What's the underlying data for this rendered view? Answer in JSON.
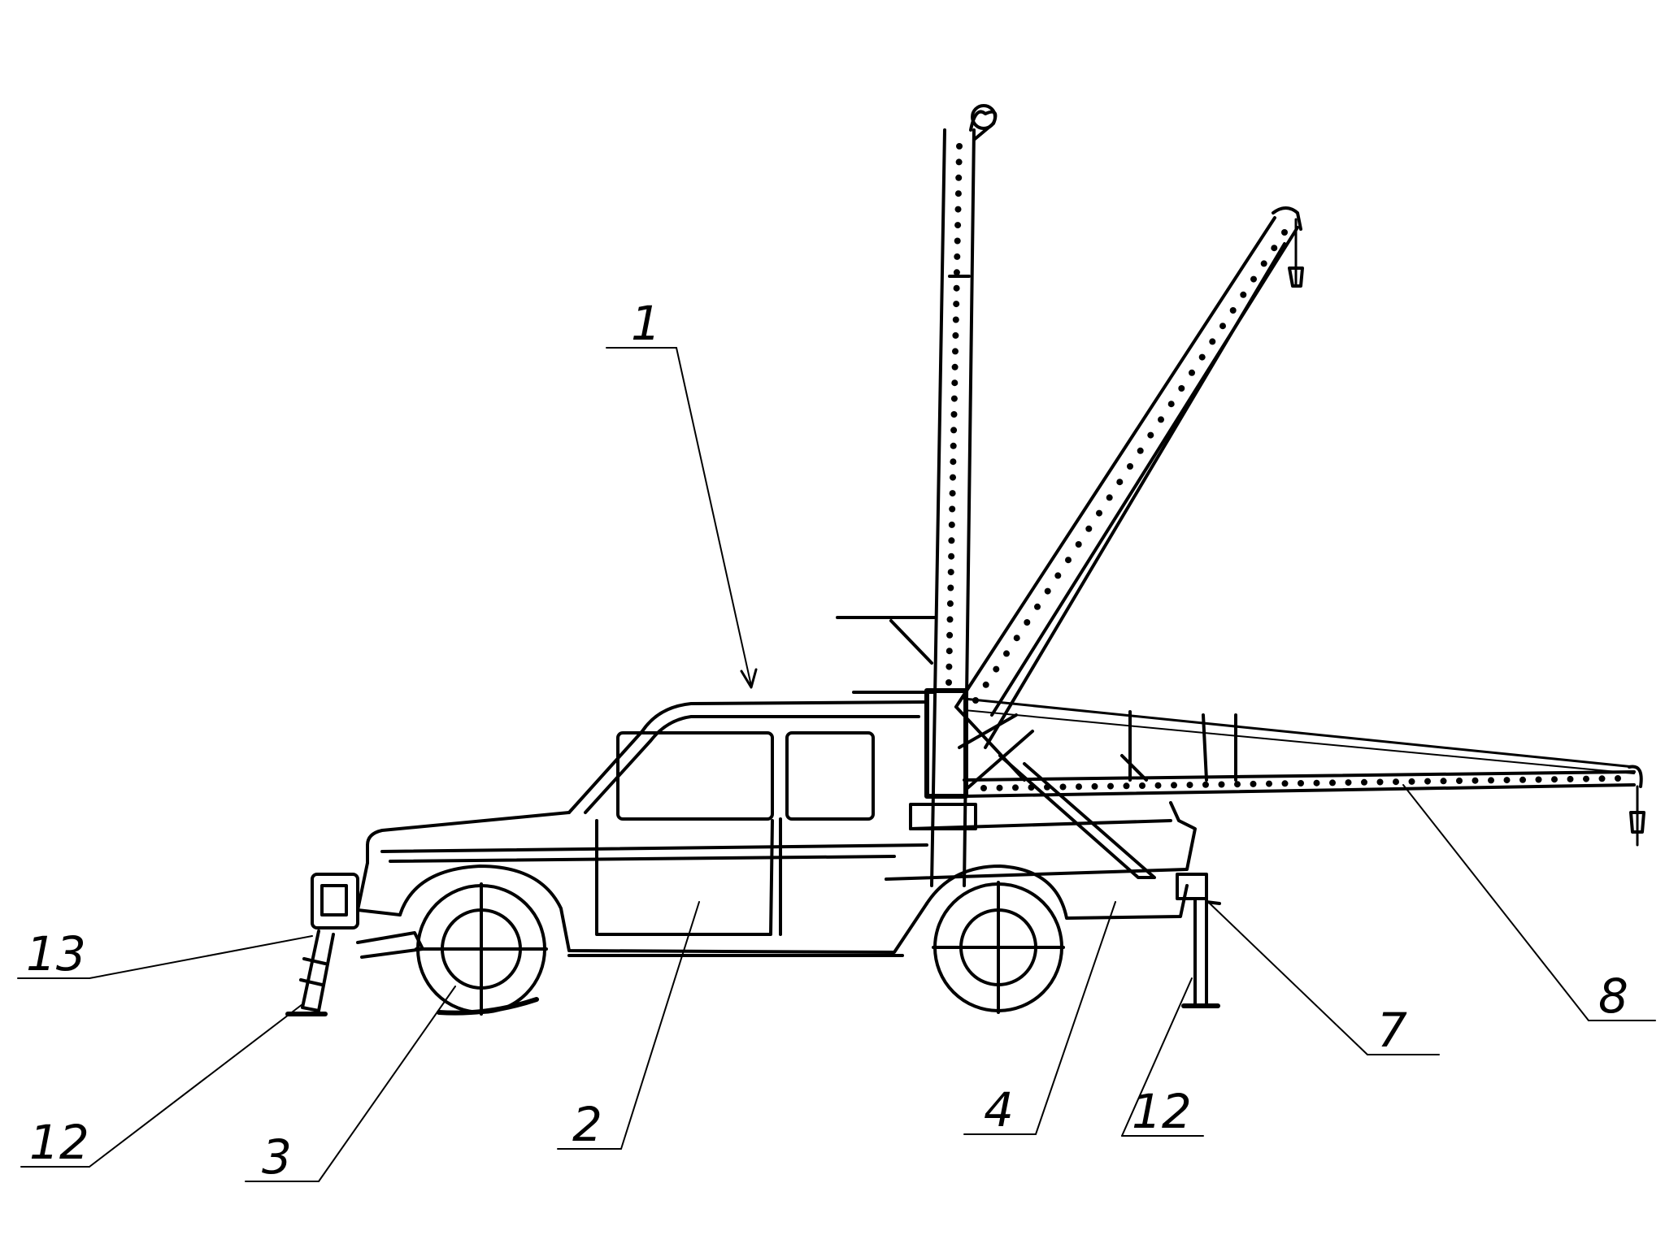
{
  "labels": {
    "l1": "1",
    "l2": "2",
    "l3": "3",
    "l4": "4",
    "l7": "7",
    "l8": "8",
    "l12a": "12",
    "l12b": "12",
    "l13": "13"
  },
  "colors": {
    "ink": "#000000",
    "paper": "#ffffff"
  }
}
